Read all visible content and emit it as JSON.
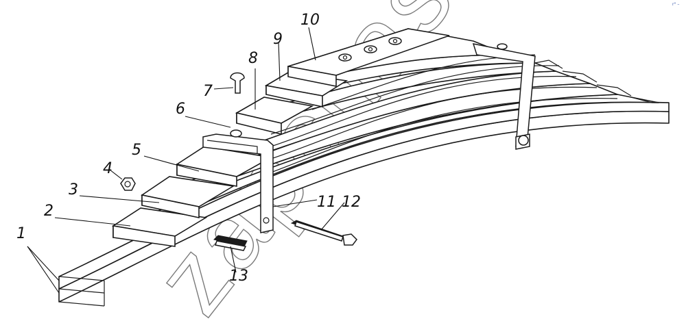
{
  "diagram": {
    "watermark": "zapchasti-am.ru",
    "corner_mark": "r° –",
    "callouts": [
      "1",
      "2",
      "3",
      "4",
      "5",
      "6",
      "7",
      "8",
      "9",
      "10",
      "11",
      "12",
      "13"
    ],
    "parts": {
      "leaves": "leaf-spring-leaves",
      "bolt": "center-bolt",
      "nut": "nut",
      "clamps": "spring-clamps",
      "long_bolt": "clamp-bolt",
      "bushing": "spacer-bushing"
    }
  }
}
